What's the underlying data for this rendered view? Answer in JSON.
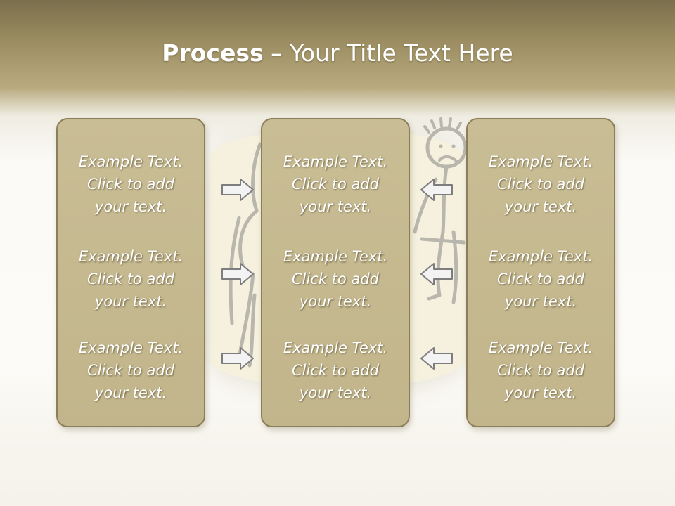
{
  "title": {
    "bold": "Process",
    "rest": " – Your Title Text Here"
  },
  "columns": [
    {
      "name": "left",
      "blocks": [
        {
          "line1": "Example Text.",
          "line2": "Click  to add",
          "line3": "your text."
        },
        {
          "line1": "Example Text.",
          "line2": "Click  to add",
          "line3": "your text."
        },
        {
          "line1": "Example Text.",
          "line2": "Click  to add",
          "line3": "your text."
        }
      ]
    },
    {
      "name": "middle",
      "blocks": [
        {
          "line1": "Example Text.",
          "line2": "Click  to add",
          "line3": "your text."
        },
        {
          "line1": "Example Text.",
          "line2": "Click  to add",
          "line3": "your text."
        },
        {
          "line1": "Example Text.",
          "line2": "Click  to add",
          "line3": "your text."
        }
      ]
    },
    {
      "name": "right",
      "blocks": [
        {
          "line1": "Example Text.",
          "line2": "Click  to add",
          "line3": "your text."
        },
        {
          "line1": "Example Text.",
          "line2": "Click  to add",
          "line3": "your text."
        },
        {
          "line1": "Example Text.",
          "line2": "Click  to add",
          "line3": "your text."
        }
      ]
    }
  ],
  "arrows": {
    "left_group": "arrow-right-icon",
    "right_group": "arrow-left-icon"
  },
  "colors": {
    "header": "#9c8e62",
    "panel": "#c6b990",
    "panel_border": "#8c7e58",
    "arrow_fill": "#f3f3f3",
    "arrow_stroke": "#7d7d7d",
    "sketch": "#b9b7ad"
  },
  "illustration": "stick-figures-sketch"
}
